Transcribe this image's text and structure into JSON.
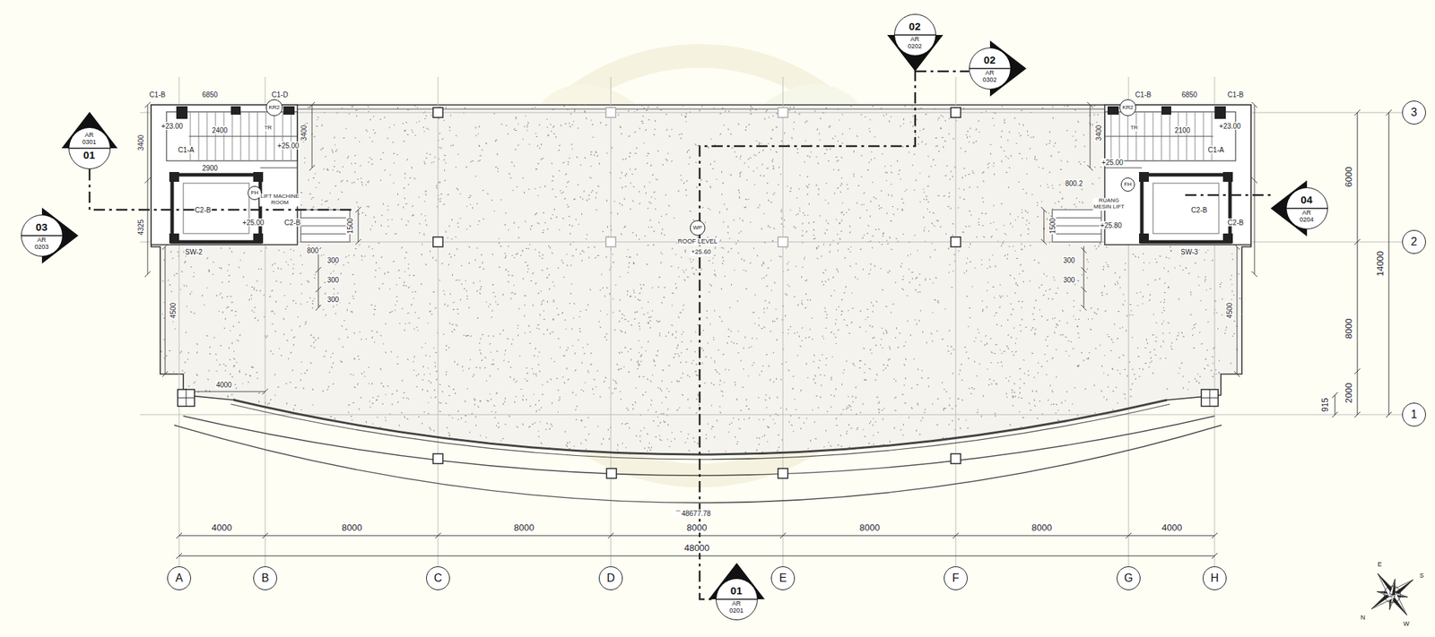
{
  "diagram": {
    "nodes": [
      {
        "text": [
          "02",
          "AR 0202"
        ]
      },
      {
        "text": [
          "02",
          "AR 0302"
        ]
      },
      {
        "text": [
          "AR 0301",
          "01"
        ]
      },
      {
        "text": [
          "03",
          "AR 0203"
        ]
      },
      {
        "text": [
          "04",
          "AR 0204"
        ]
      },
      {
        "text": [
          "01",
          "AR 0201"
        ]
      },
      {
        "text": [
          "KR2"
        ]
      },
      {
        "text": [
          "FH"
        ]
      },
      {
        "text": [
          "WP"
        ]
      },
      {
        "text": [
          "KR2"
        ]
      },
      {
        "text": [
          "FH"
        ]
      },
      {
        "text": [
          "A"
        ]
      },
      {
        "text": [
          "B"
        ]
      },
      {
        "text": [
          "C"
        ]
      },
      {
        "text": [
          "D"
        ]
      },
      {
        "text": [
          "E"
        ]
      },
      {
        "text": [
          "F"
        ]
      },
      {
        "text": [
          "G"
        ]
      },
      {
        "text": [
          "H"
        ]
      },
      {
        "text": [
          "3"
        ]
      },
      {
        "text": [
          "2"
        ]
      },
      {
        "text": [
          "1"
        ]
      }
    ],
    "labels": [
      "C1-B",
      "6850",
      "C1-D",
      "3400",
      "3400",
      "+23.00",
      "2400",
      "+25.00",
      "C1-A",
      "2900",
      "LIFT MACHINE ROOM",
      "+25.00",
      "C2-B",
      "C2-B",
      "SW-2",
      "4325",
      "1500",
      "800",
      "300",
      "300",
      "300",
      "4500",
      "4000",
      "ROOF LEVEL",
      "+25.60",
      "⌒48677.78",
      "C1-B",
      "6850",
      "C1-B",
      "3400",
      "+25.00",
      "+23.00",
      "2100",
      "C1-A",
      "800.2",
      "RUANG MESIN LIFT",
      "+25.80",
      "C2-B",
      "C2-B",
      "SW-3",
      "1500",
      "300",
      "300",
      "4500",
      "4000",
      "8000",
      "8000",
      "8000",
      "8000",
      "8000",
      "4000",
      "48000",
      "6000",
      "14000",
      "8000",
      "2000",
      "915",
      "E",
      "S",
      "N",
      "W",
      "TR",
      "TR"
    ]
  }
}
